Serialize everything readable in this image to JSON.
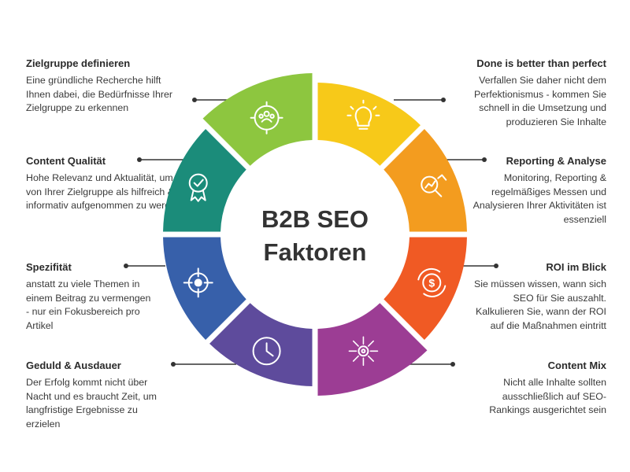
{
  "center": {
    "line1": "B2B SEO",
    "line2": "Faktoren"
  },
  "factors": [
    {
      "title": "Zielgruppe definieren",
      "text": "Eine gründliche Recherche hilft Ihnen dabei, die Bedürfnisse Ihrer Zielgruppe zu erkennen",
      "color": "#8DC63F",
      "icon": "target-audience-icon"
    },
    {
      "title": "Done is better than perfect",
      "text": "Verfallen Sie daher nicht dem Perfektionismus - kommen Sie schnell in die Umsetzung und produzieren Sie Inhalte",
      "color": "#F7C919",
      "icon": "lightbulb-icon"
    },
    {
      "title": "Reporting & Analyse",
      "text": "Monitoring, Reporting & regelmäßiges Messen und Analysieren Ihrer Aktivitäten ist essenziell",
      "color": "#F39C1F",
      "icon": "analytics-magnifier-icon"
    },
    {
      "title": "ROI im Blick",
      "text": "Sie müssen wissen, wann sich SEO für Sie auszahlt. Kalkulieren Sie, wann der ROI  auf die Maßnahmen eintritt",
      "color": "#F05A24",
      "icon": "dollar-coin-icon"
    },
    {
      "title": "Content Mix",
      "text": "Nicht alle Inhalte sollten ausschließlich auf SEO-Rankings ausgerichtet sein",
      "color": "#9C3D94",
      "icon": "gear-network-icon"
    },
    {
      "title": "Geduld & Ausdauer",
      "text": "Der Erfolg kommt nicht über Nacht und es braucht Zeit, um langfristige Ergebnisse zu erzielen",
      "color": "#5E4B9C",
      "icon": "clock-icon"
    },
    {
      "title": "Spezifität",
      "text": "anstatt zu viele Themen in einem Beitrag zu vermengen - nur ein Fokusbereich pro Artikel",
      "color": "#3760AA",
      "icon": "crosshair-icon"
    },
    {
      "title": "Content Qualität",
      "text": "Hohe Relevanz und Aktualität, um von Ihrer Zielgruppe als hilfreich & informativ aufgenommen zu werden",
      "color": "#1B8C7A",
      "icon": "award-ribbon-icon"
    }
  ]
}
